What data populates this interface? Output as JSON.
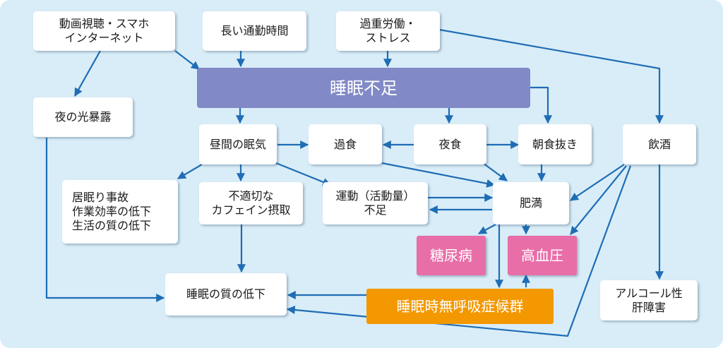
{
  "diagram": {
    "colors": {
      "background": "#d9edf8",
      "arrow": "#1f6db5",
      "main_node": "#8189c6",
      "disease_node": "#e86ea8",
      "apnea_node": "#f39800"
    },
    "nodes": {
      "smartphone": "動画視聴・スマホ\nインターネット",
      "commute": "長い通勤時間",
      "overwork": "過重労働・\nストレス",
      "sleep_deprivation": "睡眠不足",
      "night_light": "夜の光暴露",
      "daytime_sleepiness": "昼間の眠気",
      "overeating": "過食",
      "late_eating": "夜食",
      "skip_breakfast": "朝食抜き",
      "drinking": "飲酒",
      "accidents": "居眠り事故\n作業効率の低下\n生活の質の低下",
      "caffeine": "不適切な\nカフェイン摂取",
      "exercise": "運動（活動量）\n不足",
      "obesity": "肥満",
      "diabetes": "糖尿病",
      "hypertension": "高血圧",
      "sleep_quality": "睡眠の質の低下",
      "sleep_apnea": "睡眠時無呼吸症候群",
      "alcoholic_liver": "アルコール性\n肝障害"
    }
  }
}
